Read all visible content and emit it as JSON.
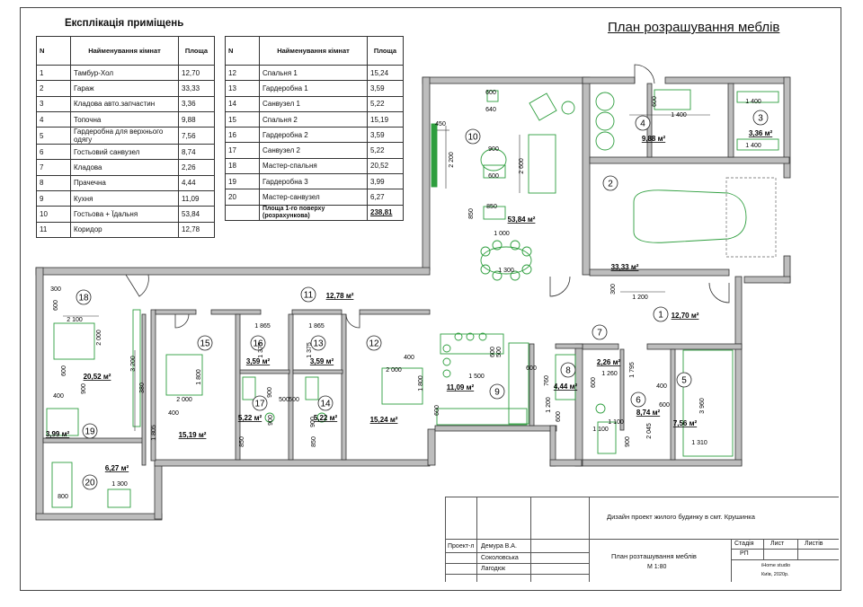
{
  "explication": {
    "title": "Експлікація приміщень",
    "headers": {
      "n": "N",
      "name": "Найменування кімнат",
      "area": "Площа"
    },
    "left_rows": [
      {
        "n": "1",
        "name": "Тамбур-Хол",
        "area": "12,70"
      },
      {
        "n": "2",
        "name": "Гараж",
        "area": "33,33"
      },
      {
        "n": "3",
        "name": "Кладова авто.запчастин",
        "area": "3,36"
      },
      {
        "n": "4",
        "name": "Топочна",
        "area": "9,88"
      },
      {
        "n": "5",
        "name": "Гардеробна для верхнього одягу",
        "area": "7,56"
      },
      {
        "n": "6",
        "name": "Гостьовий санвузел",
        "area": "8,74"
      },
      {
        "n": "7",
        "name": "Кладова",
        "area": "2,26"
      },
      {
        "n": "8",
        "name": "Прачечна",
        "area": "4,44"
      },
      {
        "n": "9",
        "name": "Кухня",
        "area": "11,09"
      },
      {
        "n": "10",
        "name": "Гостьова + Їдальня",
        "area": "53,84"
      },
      {
        "n": "11",
        "name": "Коридор",
        "area": "12,78"
      }
    ],
    "right_rows": [
      {
        "n": "12",
        "name": "Спальня 1",
        "area": "15,24"
      },
      {
        "n": "13",
        "name": "Гардеробна 1",
        "area": "3,59"
      },
      {
        "n": "14",
        "name": "Санвузел 1",
        "area": "5,22"
      },
      {
        "n": "15",
        "name": "Спальня 2",
        "area": "15,19"
      },
      {
        "n": "16",
        "name": "Гардеробна 2",
        "area": "3,59"
      },
      {
        "n": "17",
        "name": "Санвузел 2",
        "area": "5,22"
      },
      {
        "n": "18",
        "name": "Мастер-спальня",
        "area": "20,52"
      },
      {
        "n": "19",
        "name": "Гардеробна 3",
        "area": "3,99"
      },
      {
        "n": "20",
        "name": "Мастер-санвузел",
        "area": "6,27"
      }
    ],
    "total_label": "Площа 1-го поверху (розрахункова)",
    "total_value": "238,81"
  },
  "plan_title": "План розрашування меблів",
  "rooms": [
    {
      "num": "1",
      "area": "12,70 м²"
    },
    {
      "num": "2",
      "area": "33,33 м²"
    },
    {
      "num": "3",
      "area": "3,36 м²"
    },
    {
      "num": "4",
      "area": "9,88 м²"
    },
    {
      "num": "5",
      "area": "7,56 м²"
    },
    {
      "num": "6",
      "area": "8,74 м²"
    },
    {
      "num": "7",
      "area": "2,26 м²"
    },
    {
      "num": "8",
      "area": "4,44 м²"
    },
    {
      "num": "9",
      "area": "11,09 м²"
    },
    {
      "num": "10",
      "area": "53,84 м²"
    },
    {
      "num": "11",
      "area": "12,78 м²"
    },
    {
      "num": "12",
      "area": "15,24 м²"
    },
    {
      "num": "13",
      "area": "3,59 м²"
    },
    {
      "num": "14",
      "area": "5,22 м²"
    },
    {
      "num": "15",
      "area": "15,19 м²"
    },
    {
      "num": "16",
      "area": "3,59 м²"
    },
    {
      "num": "17",
      "area": "5,22 м²"
    },
    {
      "num": "18",
      "area": "20,52 м²"
    },
    {
      "num": "19",
      "area": "3,99 м²"
    },
    {
      "num": "20",
      "area": "6,27 м²"
    }
  ],
  "dimensions": [
    "450",
    "640",
    "600",
    "2 200",
    "900",
    "600",
    "2 600",
    "850",
    "850",
    "1 000",
    "1 300",
    "600",
    "1 400",
    "1 400",
    "1 400",
    "1 200",
    "300",
    "300",
    "600",
    "2 100",
    "2 000",
    "3 200",
    "600",
    "400",
    "900",
    "380",
    "2 000",
    "1 800",
    "400",
    "1 865",
    "1 865",
    "1 375",
    "1 375",
    "2 000",
    "1 800",
    "400",
    "900",
    "500",
    "500",
    "900",
    "900",
    "850",
    "850",
    "1 805",
    "1 300",
    "800",
    "1 100",
    "1 500",
    "600",
    "500",
    "600",
    "760",
    "1 260",
    "1 200",
    "600",
    "400",
    "1 100",
    "900",
    "1 795",
    "600",
    "2 045",
    "3 960",
    "1 310",
    "600",
    "600"
  ],
  "title_block": {
    "project_name": "Дизайн проект жилого будинку в смт. Крушинка",
    "roles": [
      {
        "role": "Проект-л",
        "name": "Демура В.А."
      },
      {
        "role": "",
        "name": "Соколовська"
      },
      {
        "role": "",
        "name": "Лагодюк"
      }
    ],
    "sheet_name": "План розташування меблів",
    "scale": "М 1:80",
    "stage_label": "Стадія",
    "sheet_label": "Лист",
    "sheets_label": "Листів",
    "stage_value": "РП",
    "studio": "iHome studio",
    "city_year": "Київ, 2020р."
  }
}
